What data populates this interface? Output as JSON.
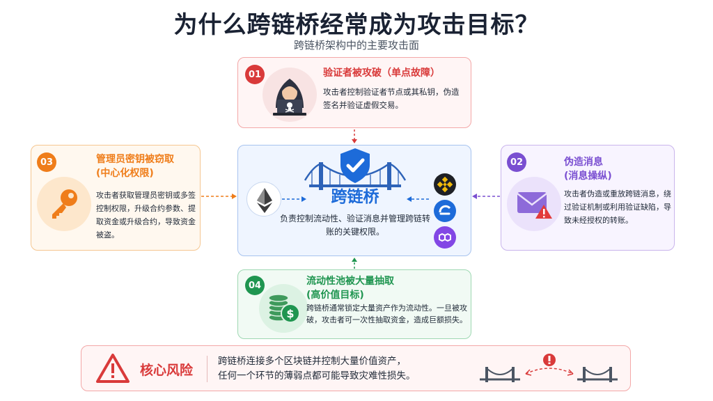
{
  "title": "为什么跨链桥经常成为攻击目标？",
  "subtitle": "跨链桥架构中的主要攻击面",
  "center": {
    "title": "跨链桥",
    "description": "负责控制流动性、验证消息并管理跨链转账的关键权限。",
    "icons": [
      "bridge-icon",
      "shield-check-icon",
      "ethereum-icon",
      "bnb-icon",
      "swap-token-icon",
      "polygon-icon"
    ]
  },
  "cards": {
    "c01": {
      "number": "01",
      "title": "验证者被攻破（单点故障）",
      "body": "攻击者控制验证者节点或其私钥，伪造签名并验证虚假交易。",
      "icon": "hacker-laptop-icon",
      "color": "#d93a3a"
    },
    "c02": {
      "number": "02",
      "title_line1": "伪造消息",
      "title_line2": "(消息操纵)",
      "body": "攻击者伪造或重放跨链消息，绕过验证机制或利用验证缺陷，导致未经授权的转账。",
      "icon": "envelope-warning-icon",
      "color": "#7a4fd1"
    },
    "c03": {
      "number": "03",
      "title_line1": "管理员密钥被窃取",
      "title_line2": "(中心化权限)",
      "body": "攻击者获取管理员密钥或多签控制权限，升级合约参数、提取资金或升级合约，导致资金被盗。",
      "icon": "key-icon",
      "color": "#ef7d1a"
    },
    "c04": {
      "number": "04",
      "title_line1": "流动性池被大量抽取",
      "title_line2": "(高价值目标)",
      "body": "跨链桥通常锁定大量资产作为流动性。一旦被攻破，攻击者可一次性抽取资金，造成巨额损失。",
      "icon": "coin-stack-icon",
      "color": "#1f9550"
    }
  },
  "risk": {
    "label": "核心风险",
    "line1": "跨链桥连接多个区块链并控制大量价值资产，",
    "line2": "任何一个环节的薄弱点都可能导致灾难性损失。",
    "icons": [
      "warning-triangle-icon",
      "bridge-icon",
      "alert-icon"
    ]
  }
}
